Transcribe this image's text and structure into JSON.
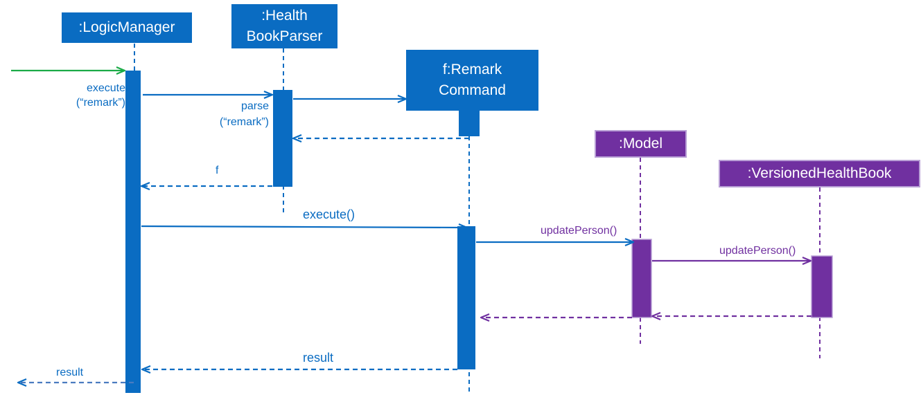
{
  "participants": {
    "logic_manager": ":LogicManager",
    "health_book_parser": [
      ":Health",
      "BookParser"
    ],
    "remark_command": [
      "f:Remark",
      "Command"
    ],
    "model": ":Model",
    "versioned_health_book": ":VersionedHealthBook"
  },
  "messages": {
    "execute_remark": [
      "execute",
      "(“remark”)"
    ],
    "parse_remark": [
      "parse",
      "(“remark”)"
    ],
    "f": "f",
    "execute": "execute()",
    "update_person_model": "updatePerson()",
    "update_person_versioned": "updatePerson()",
    "result_from_command": "result",
    "result_out": "result"
  },
  "colors": {
    "blue": "#0a6cc2",
    "purple": "#7030a0",
    "green": "#1aab47",
    "purple_border": "#b9a0d6"
  }
}
